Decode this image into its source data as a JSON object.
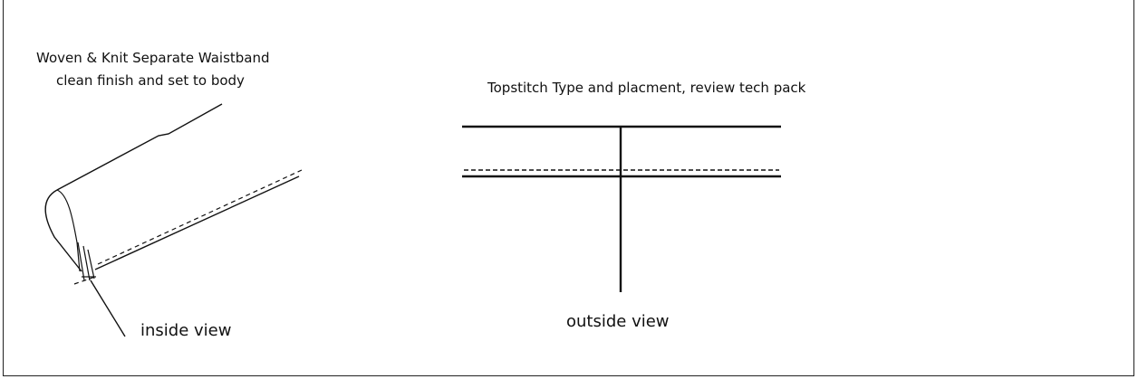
{
  "diagram": {
    "left": {
      "title_line1": "Woven & Knit Separate Waistband",
      "title_line2": "clean finish and set to body",
      "view_label": "inside view"
    },
    "right": {
      "title": "Topstitch Type and placment, review tech pack",
      "view_label": "outside view"
    },
    "colors": {
      "line": "#111111",
      "border": "#222222",
      "background": "#ffffff"
    }
  }
}
